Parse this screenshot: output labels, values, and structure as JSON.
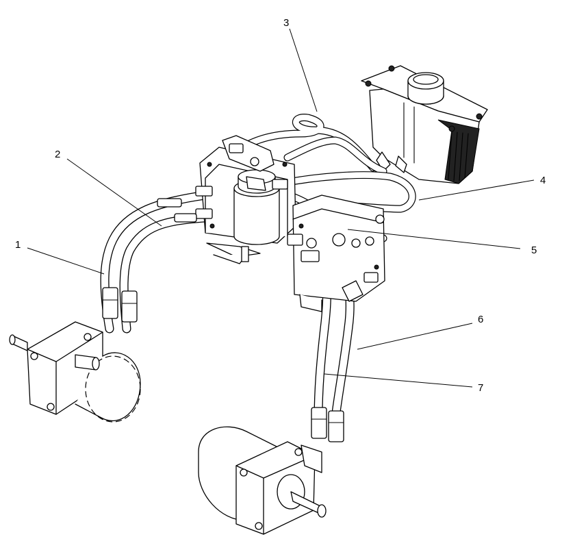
{
  "callouts": [
    {
      "label": "1"
    },
    {
      "label": "2"
    },
    {
      "label": "3"
    },
    {
      "label": "4"
    },
    {
      "label": "5"
    },
    {
      "label": "6"
    },
    {
      "label": "7"
    }
  ],
  "colors": {
    "ink": "#000000",
    "background": "#ffffff"
  }
}
